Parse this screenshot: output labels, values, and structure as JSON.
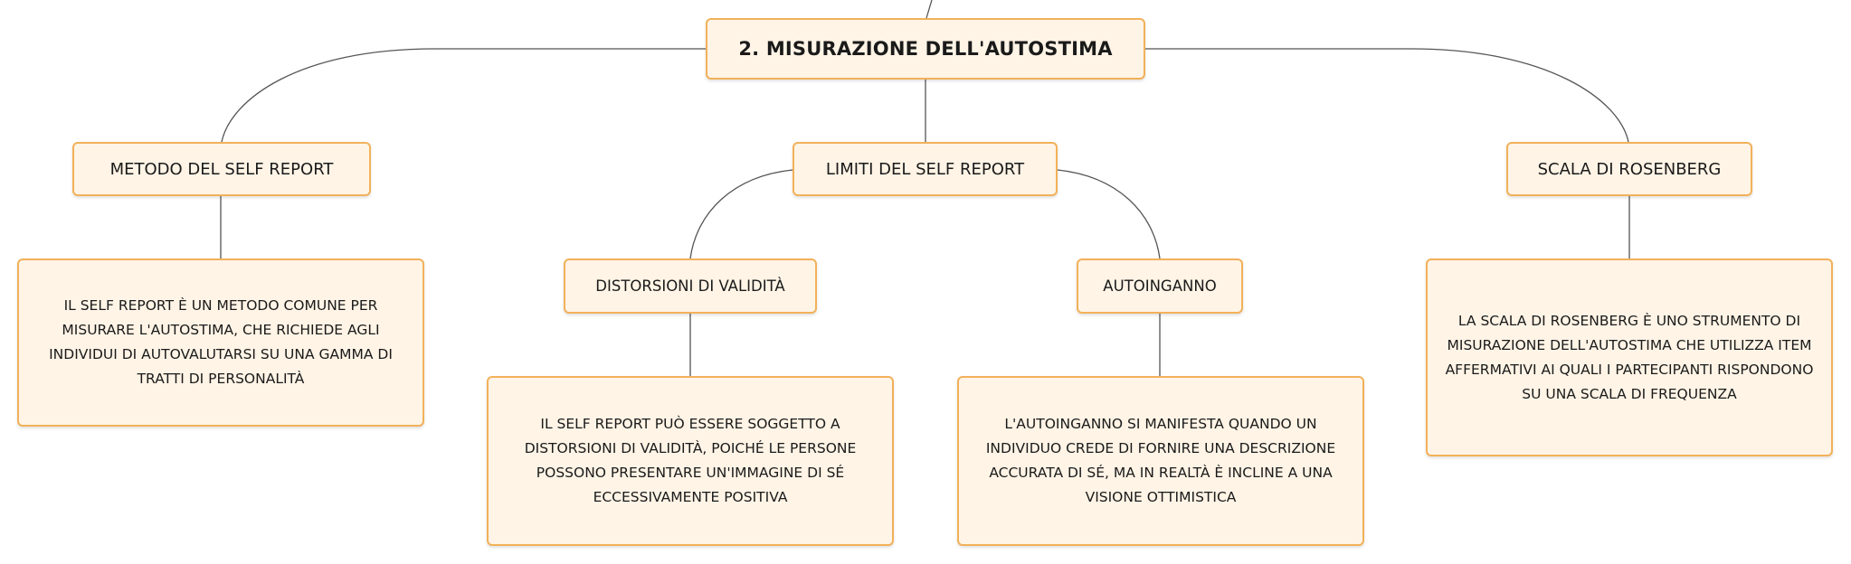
{
  "mindmap": {
    "root": {
      "label": "2. MISURAZIONE DELL'AUTOSTIMA"
    },
    "branches": [
      {
        "label": "METODO DEL SELF REPORT",
        "note": "IL SELF REPORT È UN METODO COMUNE PER MISURARE L'AUTOSTIMA, CHE RICHIEDE AGLI INDIVIDUI DI AUTOVALUTARSI SU UNA GAMMA DI TRATTI DI PERSONALITÀ"
      },
      {
        "label": "LIMITI DEL SELF REPORT",
        "children": [
          {
            "label": "DISTORSIONI DI VALIDITÀ",
            "note": "IL SELF REPORT PUÒ ESSERE SOGGETTO A DISTORSIONI DI VALIDITÀ, POICHÉ LE PERSONE POSSONO PRESENTARE UN'IMMAGINE DI SÉ ECCESSIVAMENTE POSITIVA"
          },
          {
            "label": "AUTOINGANNO",
            "note": "L'AUTOINGANNO SI MANIFESTA QUANDO UN INDIVIDUO CREDE DI FORNIRE UNA DESCRIZIONE ACCURATA DI SÉ, MA IN REALTÀ È INCLINE A UNA VISIONE OTTIMISTICA"
          }
        ]
      },
      {
        "label": "SCALA DI ROSENBERG",
        "note": "LA SCALA DI ROSENBERG È UNO STRUMENTO DI MISURAZIONE DELL'AUTOSTIMA CHE UTILIZZA ITEM AFFERMATIVI AI QUALI I PARTECIPANTI RISPONDONO SU UNA SCALA DI FREQUENZA"
      }
    ]
  },
  "colors": {
    "node_fill": "#fff4e6",
    "node_border": "#f2b15a",
    "connector": "#555555",
    "text": "#1a1a1a"
  }
}
